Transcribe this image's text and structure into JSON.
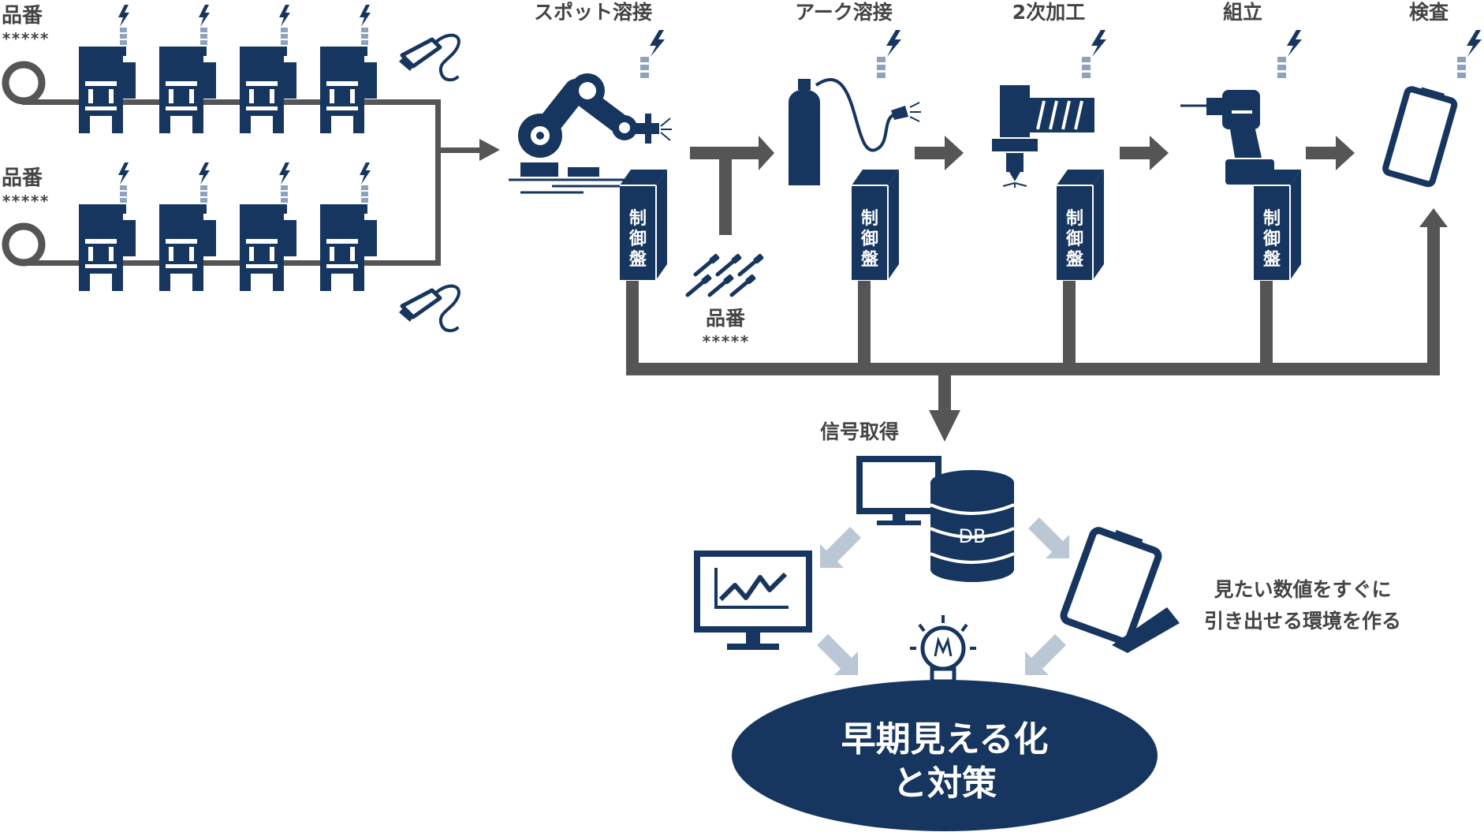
{
  "colors": {
    "navy": "#17365f",
    "gray_line": "#555555",
    "light_arrow": "#bcc7d6",
    "signal_light": "#8fa2bd",
    "text": "#444444"
  },
  "input_lines": [
    {
      "label": "品番",
      "code": "*****"
    },
    {
      "label": "品番",
      "code": "*****"
    }
  ],
  "processes": [
    {
      "name": "スポット溶接",
      "icon": "robot-arm-icon"
    },
    {
      "name": "アーク溶接",
      "icon": "arc-welder-icon"
    },
    {
      "name": "2次加工",
      "icon": "milling-machine-icon"
    },
    {
      "name": "組立",
      "icon": "power-drill-icon"
    },
    {
      "name": "検査",
      "icon": "tablet-icon"
    }
  ],
  "control_panel_label": [
    "制",
    "御",
    "盤"
  ],
  "parts": {
    "label": "品番",
    "code": "*****",
    "icon": "bolts-icon"
  },
  "signal_label": "信号取得",
  "database_label": "DB",
  "note_lines": [
    "見たい数値をすぐに",
    "引き出せる環境を作る"
  ],
  "result_lines": [
    "早期見える化",
    "と対策"
  ]
}
